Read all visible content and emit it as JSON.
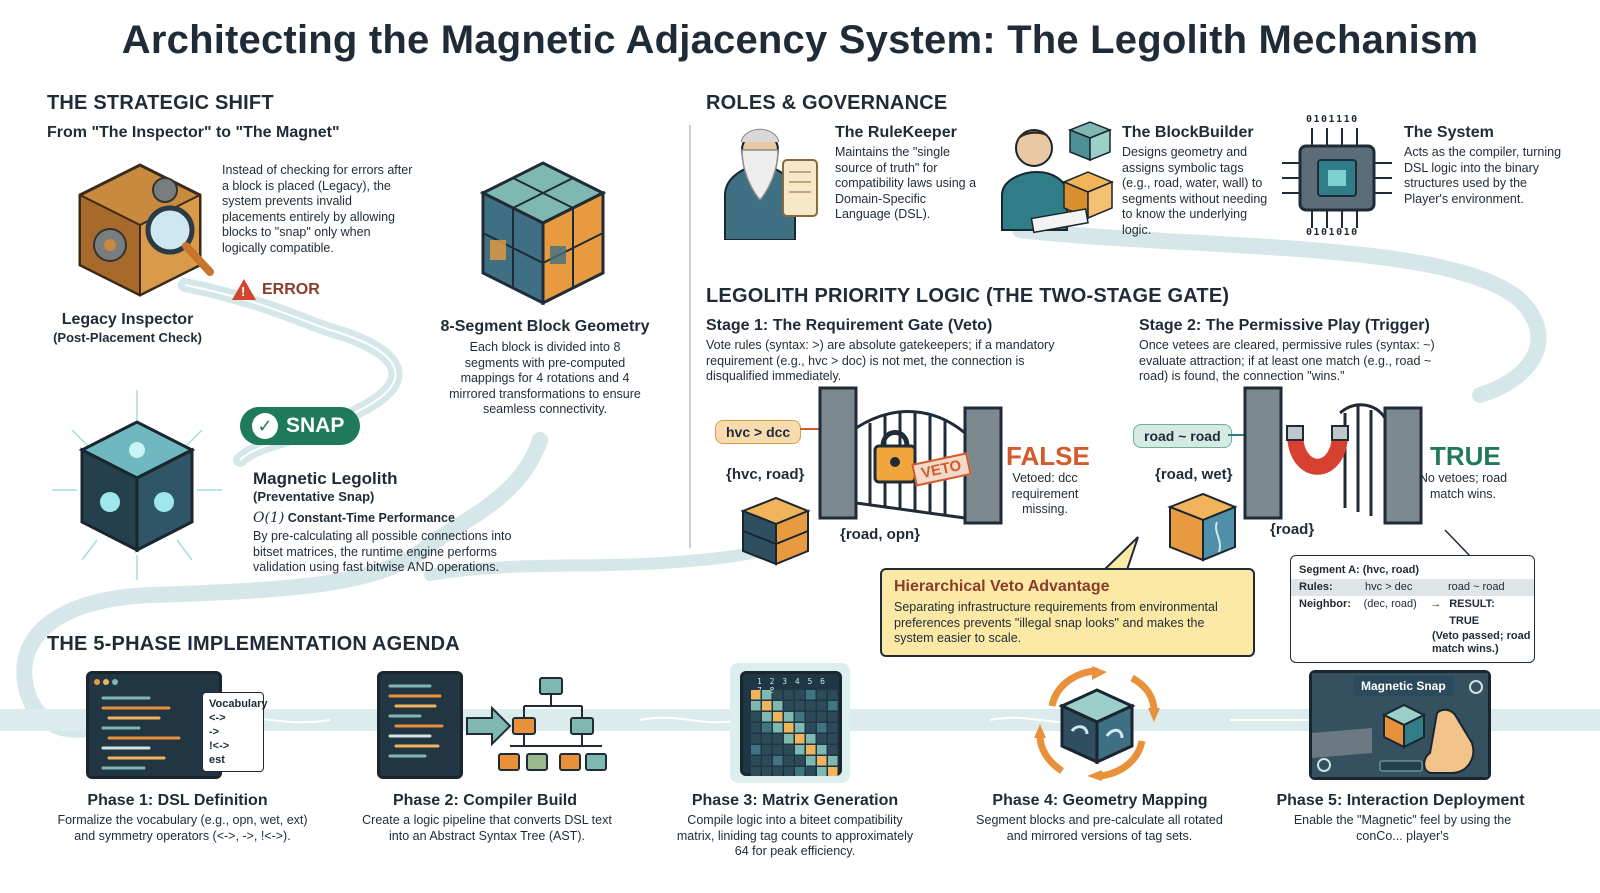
{
  "title": "Architecting the Magnetic Adjacency System: The Legolith Mechanism",
  "strategic_shift": {
    "heading": "THE STRATEGIC SHIFT",
    "subheading": "From \"The Inspector\" to \"The Magnet\"",
    "intro": "Instead of checking for errors after a block is placed (Legacy), the system prevents invalid placements entirely by allowing blocks to \"snap\" only when logically compatible.",
    "error_label": "ERROR",
    "legacy_title": "Legacy Inspector",
    "legacy_sub": "(Post-Placement Check)",
    "snap_label": "SNAP",
    "block_geometry_title": "8-Segment Block Geometry",
    "block_geometry_text": "Each block is divided into 8 segments with pre-computed mappings for 4 rotations and 4 mirrored transformations to ensure seamless connectivity.",
    "magnetic_title": "Magnetic Legolith",
    "magnetic_sub": "(Preventative Snap)",
    "perf_symbol": "O(1)",
    "perf_title": "Constant-Time Performance",
    "perf_text": "By pre-calculating all possible connections into bitset matrices, the runtime engine performs validation using fast bitwise AND operations."
  },
  "roles": {
    "heading": "ROLES & GOVERNANCE",
    "items": [
      {
        "title": "The RuleKeeper",
        "text": "Maintains the \"single source of truth\" for compatibility laws using a Domain-Specific Language (DSL)."
      },
      {
        "title": "The BlockBuilder",
        "text": "Designs geometry and assigns symbolic tags (e.g., road, water, wall) to segments without needing to know the underlying logic."
      },
      {
        "title": "The System",
        "text": "Acts as the compiler, turning DSL logic into the binary structures used by the Player's environment."
      }
    ],
    "chip_top": "0101110",
    "chip_bottom": "0101010"
  },
  "priority": {
    "heading": "LEGOLITH PRIORITY LOGIC (THE TWO-STAGE GATE)",
    "stage1": {
      "title": "Stage 1: The Requirement Gate (Veto)",
      "text": "Vote rules (syntax: >) are absolute gatekeepers; if a mandatory requirement (e.g., hvc > doc) is not met, the connection is disqualified immediately.",
      "rule": "hvc > dcc",
      "tag_left": "{hvc, road}",
      "tag_right": "{road, opn}",
      "veto_label": "VETO",
      "result": "FALSE",
      "result_text": "Vetoed: dcc requirement missing."
    },
    "stage2": {
      "title": "Stage 2: The Permissive Play (Trigger)",
      "text": "Once vetees are cleared, permissive rules (syntax: ~) evaluate attraction; if at least one match (e.g., road ~ road) is found, the connection \"wins.\"",
      "rule": "road ~ road",
      "tag_left": "{road, wet}",
      "tag_right": "{road}",
      "result": "TRUE",
      "result_text": "No vetoes; road match wins."
    },
    "callout": {
      "title": "Hierarchical Veto Advantage",
      "text": "Separating infrastructure requirements from environmental preferences prevents \"illegal snap looks\" and makes the system easier to scale."
    },
    "segment_table": {
      "row1": "Segment A:  (hvc, road)",
      "row2_label": "Rules:",
      "row2_a": "hvc > dec",
      "row2_b": "road ~ road",
      "row3_label": "Neighbor:",
      "row3_a": "(dec, road)",
      "row3_arrow": "→",
      "row3_result": "RESULT: TRUE",
      "row3_note": "(Veto passed; road match wins.)"
    }
  },
  "agenda": {
    "heading": "THE 5-PHASE IMPLEMENTATION AGENDA",
    "vocab": {
      "title": "Vocabulary",
      "items": [
        "<->",
        "->",
        "!<->",
        "est"
      ]
    },
    "matrix_header": "1 2 3 4 5 6 7 8",
    "snap_screen": "Magnetic Snap",
    "phases": [
      {
        "title": "Phase 1: DSL Definition",
        "text": "Formalize the vocabulary (e.g., opn, wet, ext) and symmetry operators (<->, ->, !<->)."
      },
      {
        "title": "Phase 2: Compiler Build",
        "text": "Create a logic pipeline that converts DSL text into an Abstract Syntax Tree (AST)."
      },
      {
        "title": "Phase 3: Matrix Generation",
        "text": "Compile logic into a biteet compatibility matrix, liniding tag counts to approximately 64 for peak efficiency."
      },
      {
        "title": "Phase 4: Geometry Mapping",
        "text": "Segment blocks and pre-calculate all rotated and mirrored versions of tag sets."
      },
      {
        "title": "Phase 5: Interaction Deployment",
        "text": "Enable the \"Magnetic\" feel by using the conCo... player's"
      }
    ]
  },
  "colors": {
    "flow": "#cfe3e3",
    "accent_orange": "#e8913a",
    "accent_teal": "#2f7d86",
    "false_red": "#d45a2c",
    "true_green": "#1f7a5c",
    "callout_bg": "#fde9a6"
  }
}
